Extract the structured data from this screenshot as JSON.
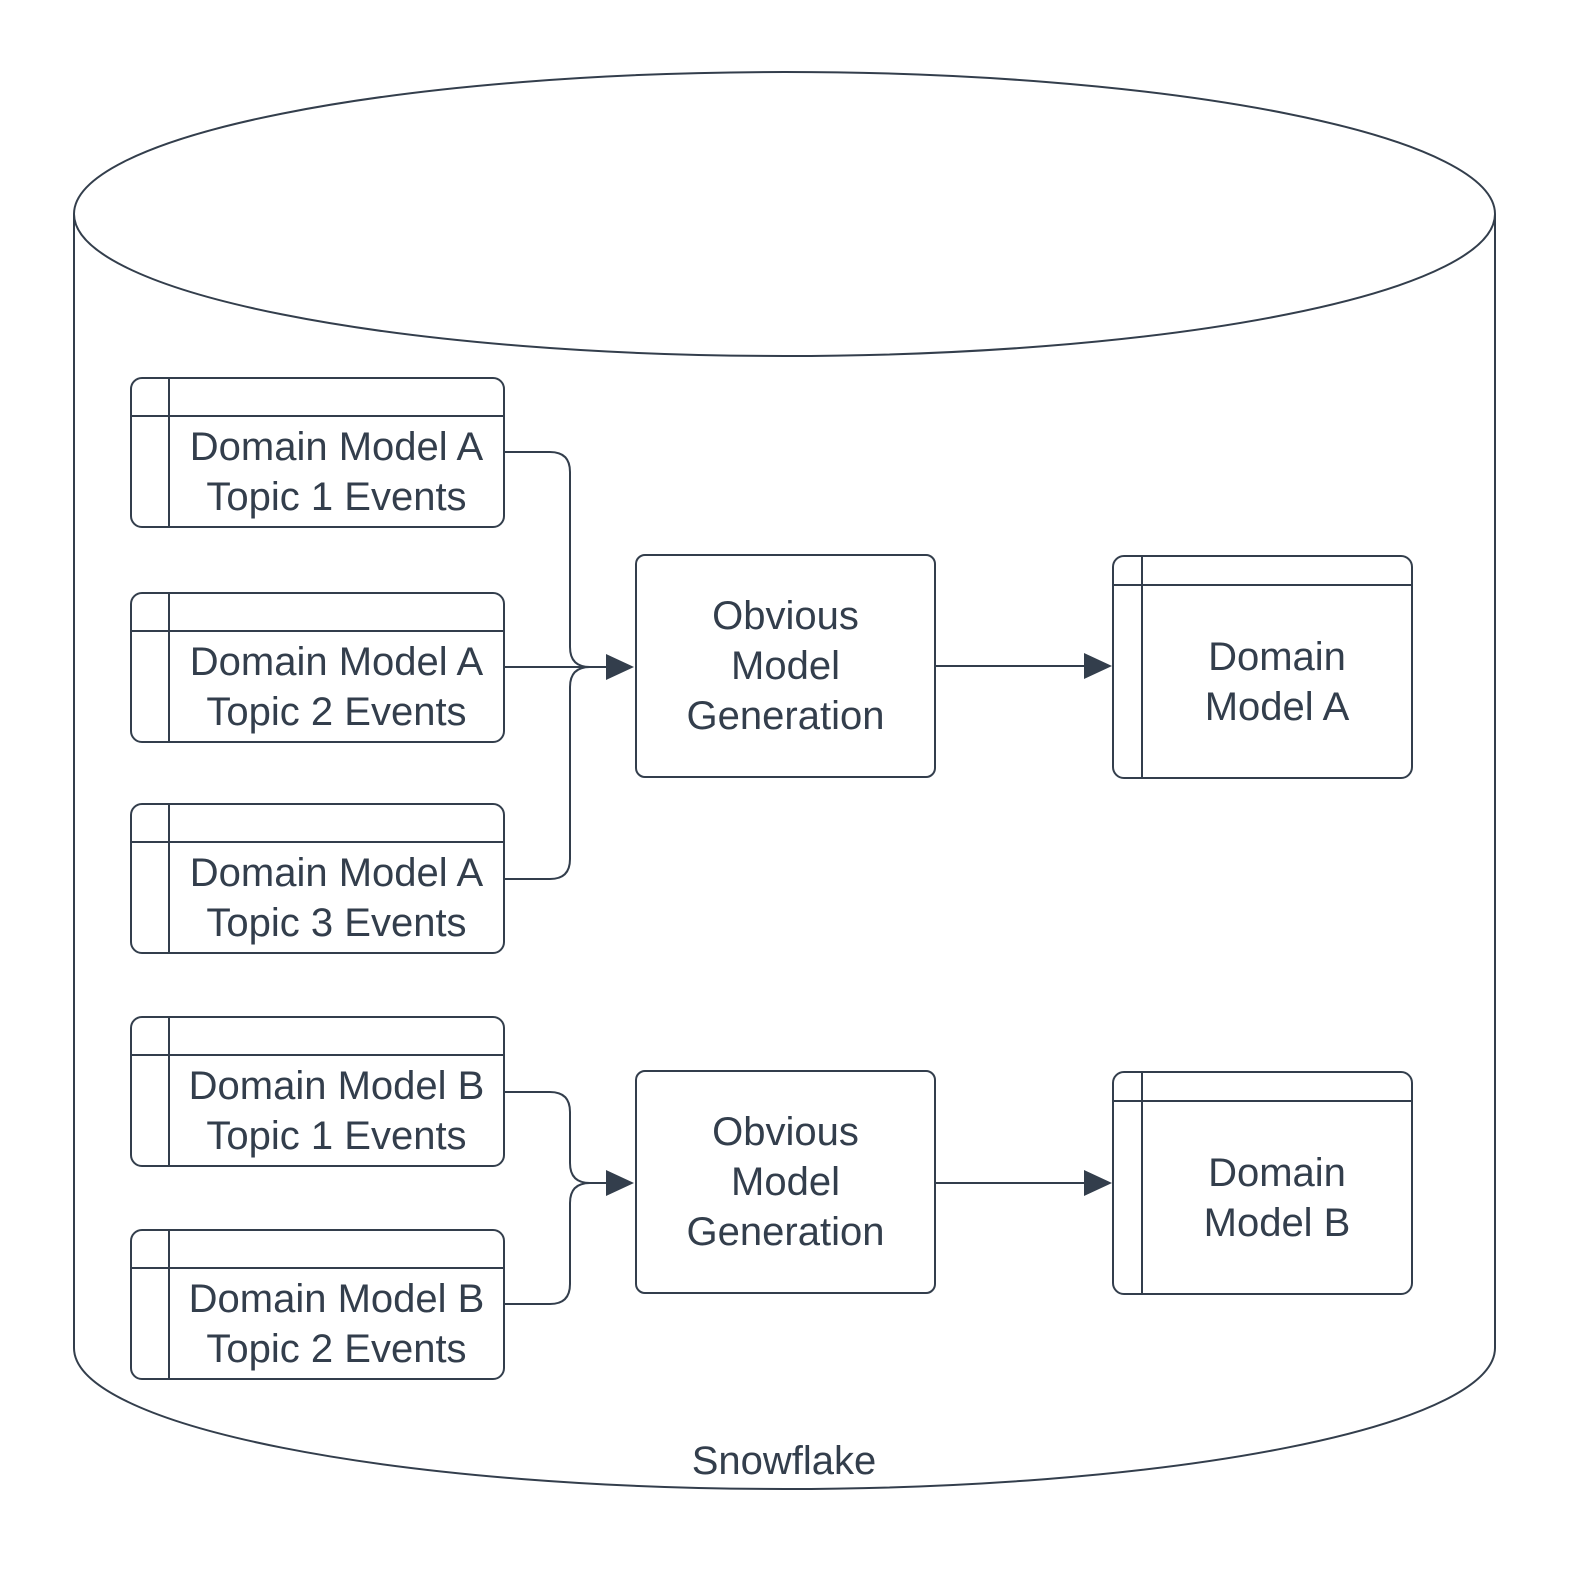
{
  "diagram": {
    "type": "flow-diagram",
    "container": {
      "shape": "database-cylinder",
      "label": "Snowflake"
    },
    "colors": {
      "stroke": "#333e4c",
      "background": "#ffffff"
    },
    "source_tables": [
      {
        "lines": [
          "Domain Model A",
          "Topic 1 Events"
        ]
      },
      {
        "lines": [
          "Domain Model A",
          "Topic 2 Events"
        ]
      },
      {
        "lines": [
          "Domain Model A",
          "Topic 3 Events"
        ]
      },
      {
        "lines": [
          "Domain Model B",
          "Topic 1 Events"
        ]
      },
      {
        "lines": [
          "Domain Model B",
          "Topic 2 Events"
        ]
      }
    ],
    "process_boxes": [
      {
        "lines": [
          "Obvious",
          "Model",
          "Generation"
        ]
      },
      {
        "lines": [
          "Obvious",
          "Model",
          "Generation"
        ]
      }
    ],
    "output_tables": [
      {
        "lines": [
          "Domain",
          "Model A"
        ]
      },
      {
        "lines": [
          "Domain",
          "Model B"
        ]
      }
    ]
  }
}
